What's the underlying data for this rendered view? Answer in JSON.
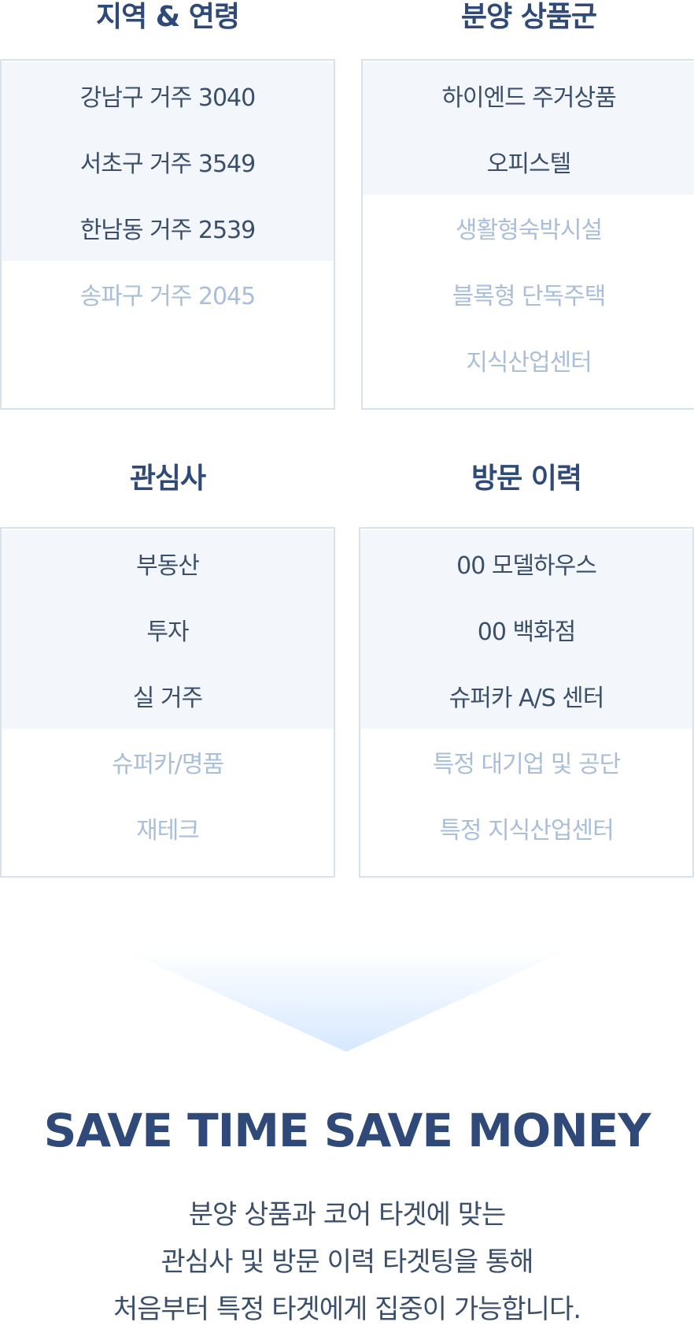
{
  "sections": {
    "region": {
      "title": "지역 & 연령",
      "items": [
        {
          "label": "강남구 거주 3040",
          "active": true
        },
        {
          "label": "서초구 거주 3549",
          "active": true
        },
        {
          "label": "한남동 거주 2539",
          "active": true
        },
        {
          "label": "송파구 거주 2045",
          "active": false
        }
      ]
    },
    "product": {
      "title": "분양 상품군",
      "items": [
        {
          "label": "하이엔드 주거상품",
          "active": true
        },
        {
          "label": "오피스텔",
          "active": true
        },
        {
          "label": "생활형숙박시설",
          "active": false
        },
        {
          "label": "블록형 단독주택",
          "active": false
        },
        {
          "label": "지식산업센터",
          "active": false
        }
      ]
    },
    "interest": {
      "title": "관심사",
      "items": [
        {
          "label": "부동산",
          "active": true
        },
        {
          "label": "투자",
          "active": true
        },
        {
          "label": "실 거주",
          "active": true
        },
        {
          "label": "슈퍼카/명품",
          "active": false
        },
        {
          "label": "재테크",
          "active": false
        }
      ]
    },
    "visit": {
      "title": "방문 이력",
      "items": [
        {
          "label": "00 모델하우스",
          "active": true
        },
        {
          "label": "00 백화점",
          "active": true
        },
        {
          "label": "슈퍼카 A/S 센터",
          "active": true
        },
        {
          "label": "특정 대기업 및 공단",
          "active": false
        },
        {
          "label": "특정 지식산업센터",
          "active": false
        }
      ]
    }
  },
  "colors": {
    "title": "#2f4a78",
    "active_bg": "#f3f7fc",
    "active_text": "#3b4f6b",
    "inactive_text": "#a9bfd9",
    "border": "#d9e1ea",
    "arrow": "#d6e8ff"
  },
  "headline": "SAVE TIME SAVE MONEY",
  "description": [
    "분양 상품과 코어 타겟에 맞는",
    "관심사 및 방문 이력 타겟팅을 통해",
    "처음부터 특정 타겟에게 집중이 가능합니다."
  ],
  "icons": {
    "down_arrow": "down-arrow-icon"
  }
}
